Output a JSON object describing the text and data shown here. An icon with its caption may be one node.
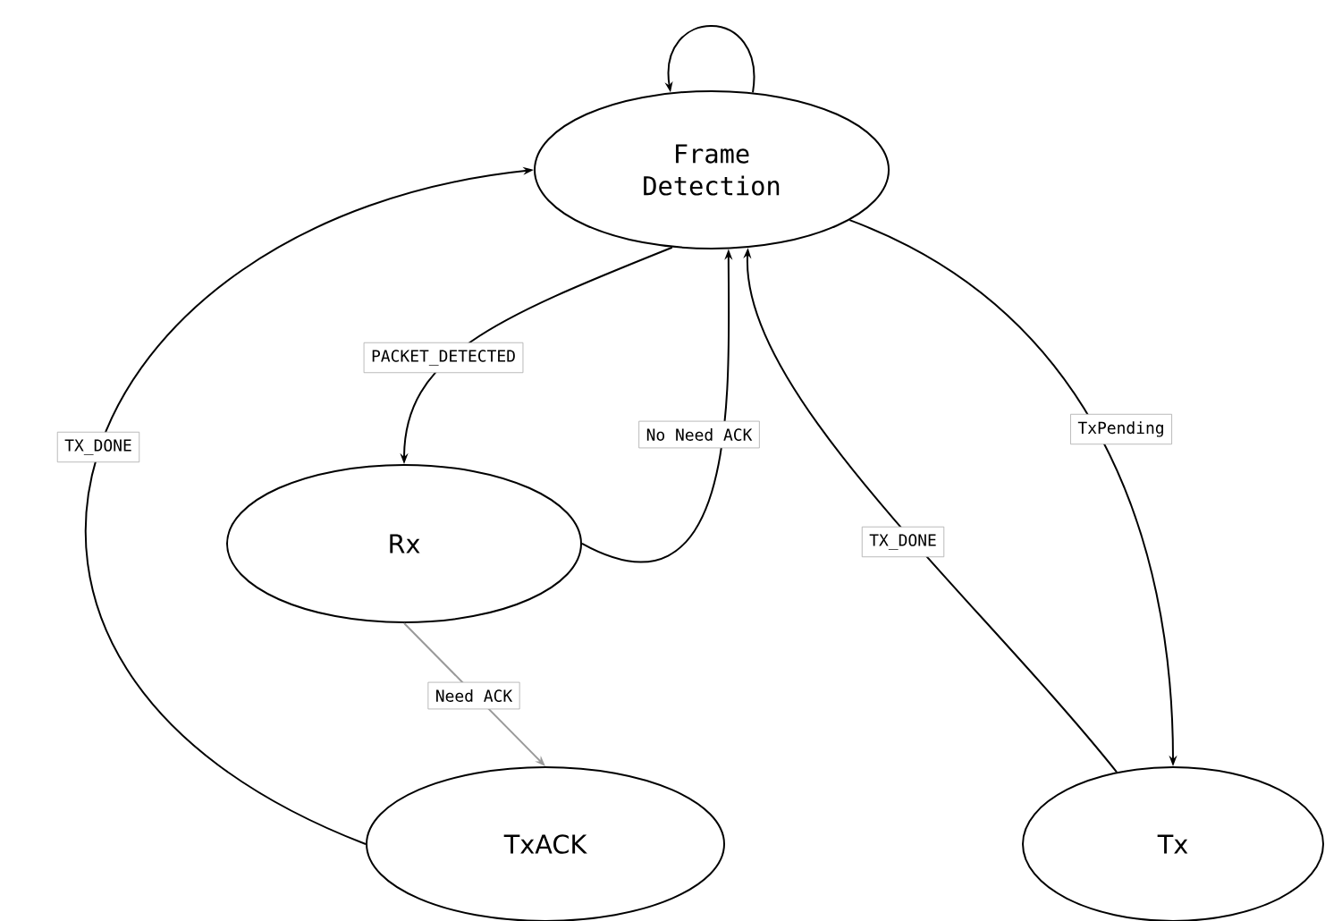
{
  "diagram": {
    "nodes": [
      {
        "text": [
          "Frame Detection"
        ]
      },
      {
        "text": [
          "Rx"
        ]
      },
      {
        "text": [
          "TxACK"
        ]
      },
      {
        "text": [
          "Tx"
        ]
      }
    ],
    "edges": [
      {
        "from": 0,
        "to": 0,
        "arrow": "to"
      },
      {
        "from": 0,
        "to": 1,
        "arrow": "to",
        "label": "PACKET_DETECTED"
      },
      {
        "from": 1,
        "to": 0,
        "arrow": "to",
        "label": "No Need ACK"
      },
      {
        "from": 1,
        "to": 2,
        "arrow": "to",
        "label": "Need ACK",
        "color": "#999999"
      },
      {
        "from": 2,
        "to": 0,
        "arrow": "to",
        "label": "TX_DONE"
      },
      {
        "from": 3,
        "to": 0,
        "arrow": "to",
        "label": "TX_DONE"
      },
      {
        "from": 0,
        "to": 3,
        "arrow": "to",
        "label": "TxPending"
      }
    ]
  }
}
